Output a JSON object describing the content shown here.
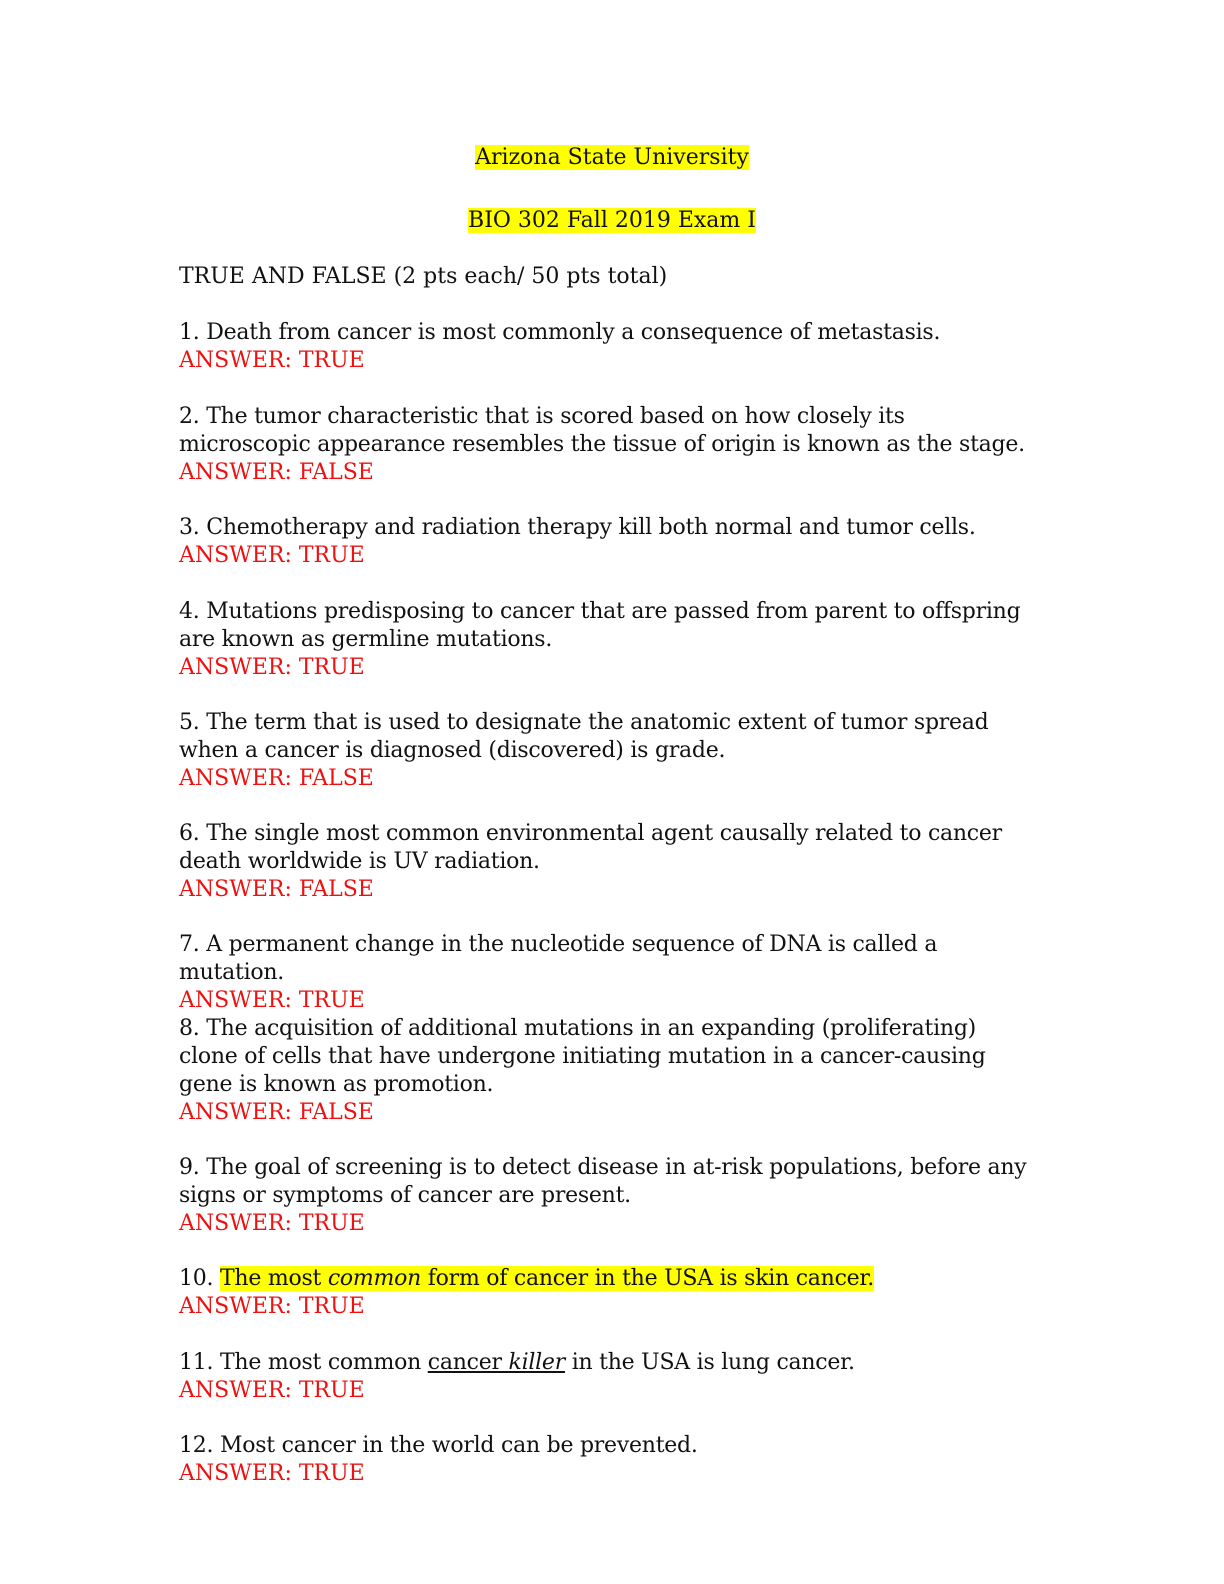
{
  "header": {
    "university": "Arizona State University",
    "exam_title": "BIO 302 Fall 2019 Exam I"
  },
  "section": {
    "heading": "TRUE AND FALSE (2 pts each/ 50 pts total)"
  },
  "questions": [
    {
      "text": "1. Death from cancer is most commonly a consequence of metastasis.",
      "answer": "ANSWER: TRUE"
    },
    {
      "text": "2. The tumor characteristic that is scored based on how closely its microscopic appearance resembles the tissue of origin is known as the stage.",
      "answer": "ANSWER: FALSE"
    },
    {
      "text": "3. Chemotherapy and radiation therapy kill both normal and tumor cells.",
      "answer": "ANSWER: TRUE"
    },
    {
      "text": "4. Mutations predisposing to cancer that are passed from parent to offspring are known as germline mutations.",
      "answer": "ANSWER: TRUE"
    },
    {
      "text": "5. The term that is used to designate the anatomic extent of tumor spread when a cancer is diagnosed (discovered) is grade.",
      "answer": "ANSWER: FALSE"
    },
    {
      "text": "6. The single most common environmental agent causally related to cancer death worldwide is UV radiation.",
      "answer": "ANSWER: FALSE"
    },
    {
      "text": "7. A permanent change in the nucleotide sequence of DNA is called a mutation.",
      "answer": "ANSWER: TRUE"
    },
    {
      "text": "8. The acquisition of additional mutations in an expanding (proliferating) clone of cells that have undergone initiating mutation in a cancer-causing gene is known as promotion.",
      "answer": "ANSWER: FALSE"
    },
    {
      "text": "9. The goal of screening is to detect disease in at-risk populations, before any signs or symptoms of cancer are present.",
      "answer": "ANSWER: TRUE"
    },
    {
      "number": "10.",
      "part_a": "The most ",
      "part_em": "common",
      "part_b": " form of cancer in the USA is skin cancer.",
      "answer": "ANSWER: TRUE"
    },
    {
      "part_a": "11. The most common ",
      "part_ul": "cancer ",
      "part_ul_em": "killer",
      "part_b": " in the USA is lung cancer.",
      "answer": "ANSWER: TRUE"
    },
    {
      "text": "12. Most cancer in the world can be prevented.",
      "answer": "ANSWER: TRUE"
    }
  ],
  "colors": {
    "highlight": "#ffff00",
    "answer": "#ee1111",
    "text": "#111111"
  }
}
